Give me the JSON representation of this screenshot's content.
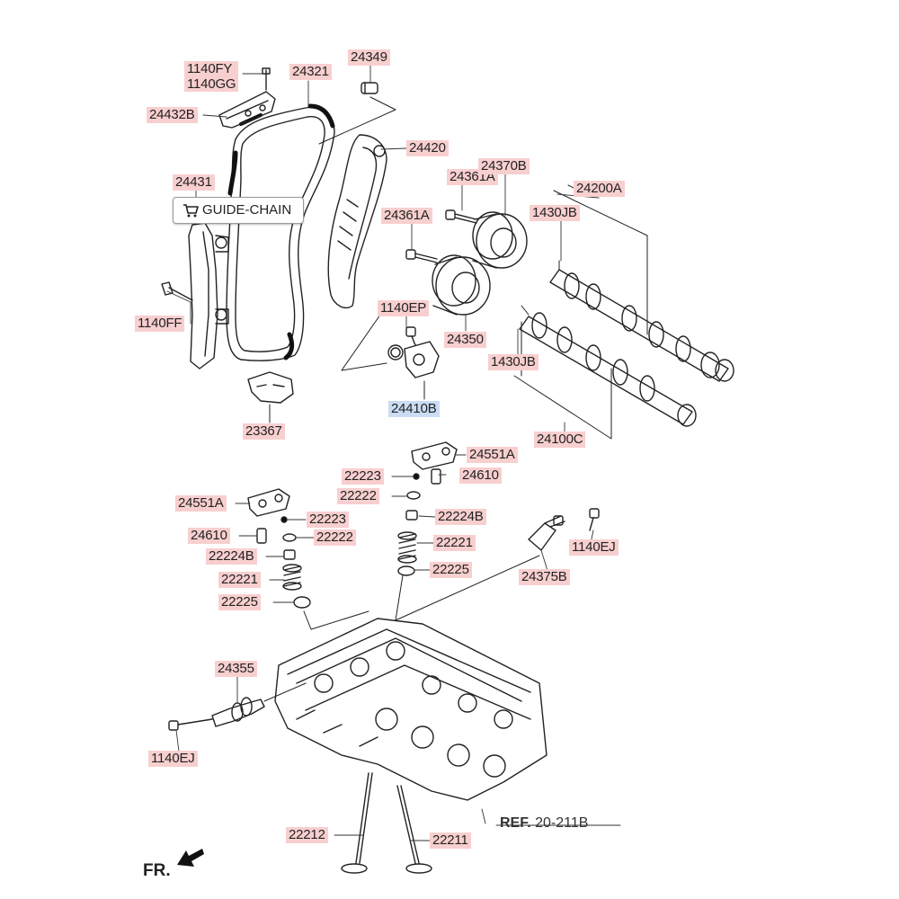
{
  "callout": {
    "text": "GUIDE-CHAIN",
    "icon": "cart-icon"
  },
  "labels": {
    "p1140FY": "1140FY",
    "p1140GG": "1140GG",
    "p24321": "24321",
    "p24349": "24349",
    "p24432B": "24432B",
    "p24420": "24420",
    "p24431": "24431",
    "p24361A_1": "24361A",
    "p24370B": "24370B",
    "p24200A": "24200A",
    "p24361A_2": "24361A",
    "p1430JB_1": "1430JB",
    "p1140FF": "1140FF",
    "p1140EP": "1140EP",
    "p24350": "24350",
    "p1430JB_2": "1430JB",
    "p24410B": "24410B",
    "p23367": "23367",
    "p24100C": "24100C",
    "p24551A_1": "24551A",
    "p22223_1": "22223",
    "p24610_1": "24610",
    "p22222_1": "22222",
    "p24551A_2": "24551A",
    "p22223_2": "22223",
    "p22224B_1": "22224B",
    "p24610_2": "24610",
    "p22222_2": "22222",
    "p22221_1": "22221",
    "p1140EJ_1": "1140EJ",
    "p22224B_2": "22224B",
    "p22225_1": "22225",
    "p24375B": "24375B",
    "p22221_2": "22221",
    "p22225_2": "22225",
    "p24355": "24355",
    "p1140EJ_2": "1140EJ",
    "p22212": "22212",
    "p22211": "22211"
  },
  "ref": {
    "prefix": "REF.",
    "code": "20-211B"
  },
  "fr": "FR.",
  "colors": {
    "label_bg": "#f8cfcf",
    "label_highlight_bg": "#c9dcf3",
    "line": "#222222"
  }
}
